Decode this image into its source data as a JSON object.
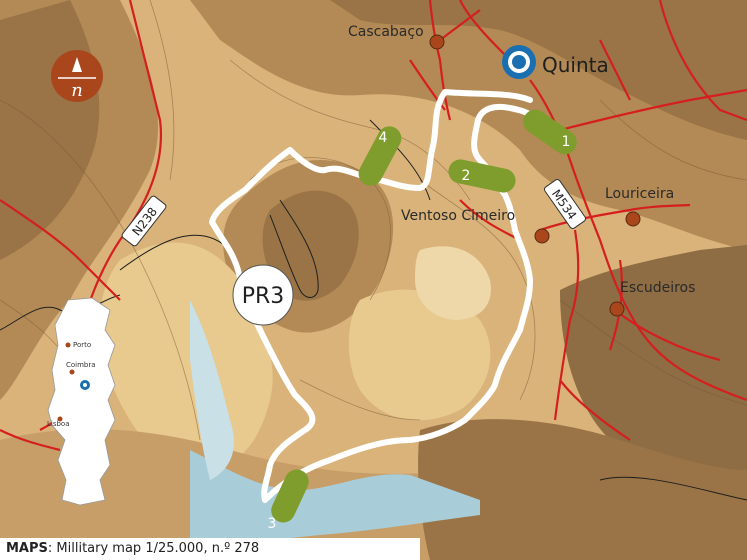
{
  "map": {
    "trail_name": "PR3",
    "destination": "Quinta",
    "villages": [
      "Cascabaço",
      "Louriceira",
      "Ventoso Cimeiro",
      "Escudeiros"
    ],
    "roads": [
      "N238",
      "M534"
    ],
    "waypoints": [
      "1",
      "2",
      "3",
      "4"
    ],
    "compass_letter": "n",
    "inset_cities": [
      "Porto",
      "Coimbra",
      "Lisboa"
    ]
  },
  "caption": {
    "bold": "MAPS",
    "text": ": Millitary map 1/25.000, n.º 278"
  },
  "colors": {
    "terrain_light": "#e8c98e",
    "terrain_mid": "#d9b37a",
    "terrain_dark": "#b38a55",
    "terrain_darkest": "#8e6c44",
    "road": "#d51f1f",
    "trail": "#ffffff",
    "waypoint": "#7f9d2c",
    "village_dot": "#a9461c",
    "river": "#a9cdd8",
    "compass": "#a9461c",
    "quinta": "#1a6fb0"
  }
}
